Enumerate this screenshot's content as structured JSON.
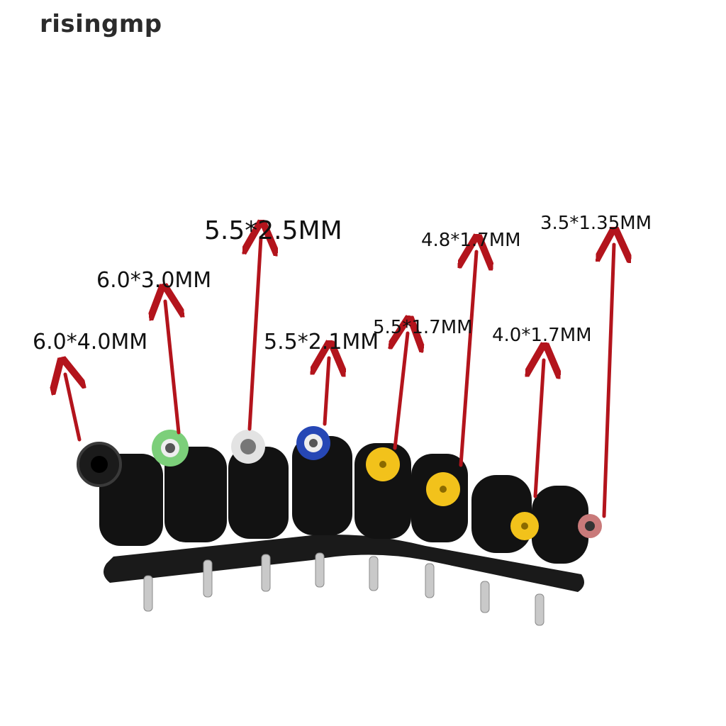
{
  "watermark": {
    "text": "risingmp"
  },
  "colors": {
    "arrow": "#b3141c",
    "plug_body": "#121212",
    "strip": "#1a1a1a",
    "pin": "#c9c9c9"
  },
  "connectors": [
    {
      "label": "6.0*4.0MM",
      "ring_color": "#1b1b1b"
    },
    {
      "label": "6.0*3.0MM",
      "ring_color": "#7ccf7a"
    },
    {
      "label": "5.5*2.5MM",
      "ring_color": "#e3e3e3"
    },
    {
      "label": "5.5*2.1MM",
      "ring_color": "#2647b5"
    },
    {
      "label": "5.5*1.7MM",
      "ring_color": "#f2c21b"
    },
    {
      "label": "4.8*1.7MM",
      "ring_color": "#f2c21b"
    },
    {
      "label": "4.0*1.7MM",
      "ring_color": "#f2c21b"
    },
    {
      "label": "3.5*1.35MM",
      "ring_color": "#c97a7a"
    }
  ]
}
